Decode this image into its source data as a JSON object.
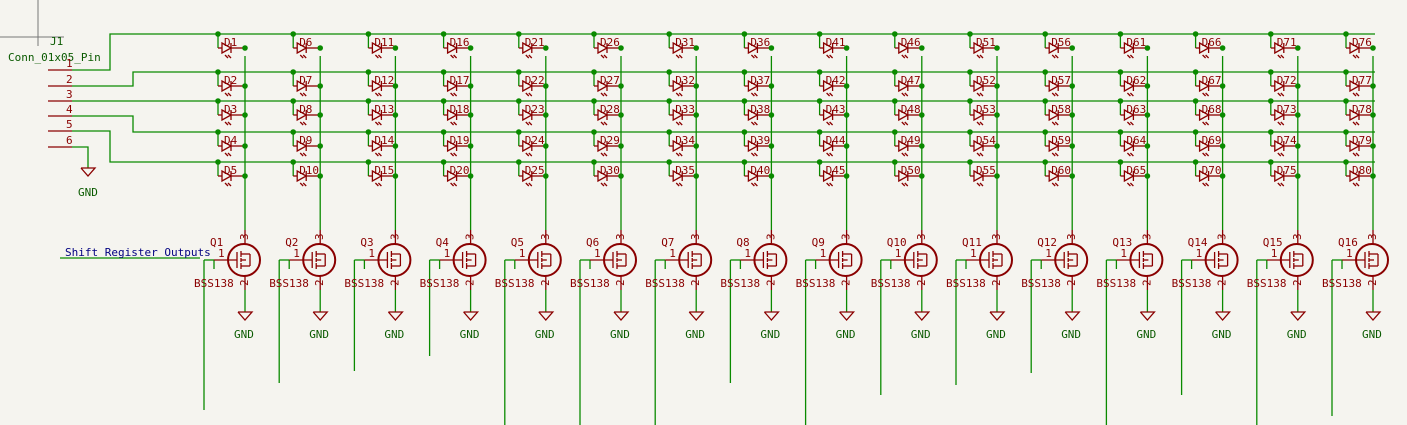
{
  "connector": {
    "ref": "J1",
    "value": "Conn_01x05_Pin",
    "pins": [
      "1",
      "2",
      "3",
      "4",
      "5",
      "6"
    ],
    "gnd_label": "GND"
  },
  "net_label": "Shift Register Outputs",
  "diodes": [
    "D1",
    "D2",
    "D3",
    "D4",
    "D5",
    "D6",
    "D7",
    "D8",
    "D9",
    "D10",
    "D11",
    "D12",
    "D13",
    "D14",
    "D15",
    "D16",
    "D17",
    "D18",
    "D19",
    "D20",
    "D21",
    "D22",
    "D23",
    "D24",
    "D25",
    "D26",
    "D27",
    "D28",
    "D29",
    "D30",
    "D31",
    "D32",
    "D33",
    "D34",
    "D35",
    "D36",
    "D37",
    "D38",
    "D39",
    "D40",
    "D41",
    "D42",
    "D43",
    "D44",
    "D45",
    "D46",
    "D47",
    "D48",
    "D49",
    "D50",
    "D51",
    "D52",
    "D53",
    "D54",
    "D55",
    "D56",
    "D57",
    "D58",
    "D59",
    "D60",
    "D61",
    "D62",
    "D63",
    "D64",
    "D65",
    "D66",
    "D67",
    "D68",
    "D69",
    "D70",
    "D71",
    "D72",
    "D73",
    "D74",
    "D75",
    "D76",
    "D77",
    "D78",
    "D79",
    "D80"
  ],
  "transistors": {
    "refs": [
      "Q1",
      "Q2",
      "Q3",
      "Q4",
      "Q5",
      "Q6",
      "Q7",
      "Q8",
      "Q9",
      "Q10",
      "Q11",
      "Q12",
      "Q13",
      "Q14",
      "Q15",
      "Q16"
    ],
    "value": "BSS138",
    "pins": {
      "gate": "1",
      "source": "2",
      "drain": "3"
    },
    "gnd_label": "GND"
  },
  "colors": {
    "background": "#f5f4ef",
    "wire": "#0a8a00",
    "symbol": "#8a0000",
    "junction": "#0a8a00",
    "label": "#000080"
  }
}
